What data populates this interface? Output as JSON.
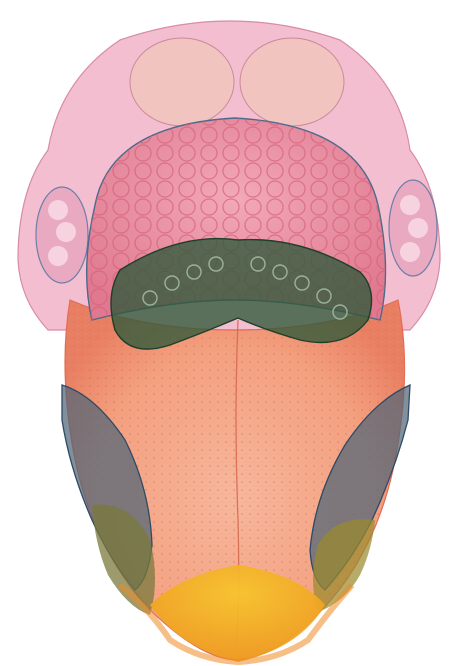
{
  "illustration": {
    "subject": "tongue-taste-map",
    "colors": {
      "background": "#ffffff",
      "throat_pink": "#f3bfd0",
      "throat_outline": "#d98aa6",
      "tonsil_pink": "#e8a9c1",
      "root_pink": "#ec8fa0",
      "root_papillae": "#d45f79",
      "tongue_body": "#f3a07f",
      "tongue_edge": "#e97f62",
      "bitter_zone_green": "#2e5a3a",
      "sour_zone_grey": "#4f6577",
      "salty_zone_olive": "#7a7a3c",
      "sweet_zone_yellow": "#f2b418",
      "tip_orange": "#f08a2a"
    },
    "regions": [
      {
        "name": "throat-pharynx"
      },
      {
        "name": "tonsil-left"
      },
      {
        "name": "tonsil-right"
      },
      {
        "name": "tongue-root"
      },
      {
        "name": "bitter-zone"
      },
      {
        "name": "tongue-body"
      },
      {
        "name": "median-groove"
      },
      {
        "name": "sour-zone-left"
      },
      {
        "name": "sour-zone-right"
      },
      {
        "name": "salty-zone-left"
      },
      {
        "name": "salty-zone-right"
      },
      {
        "name": "sweet-zone-tip"
      }
    ]
  }
}
